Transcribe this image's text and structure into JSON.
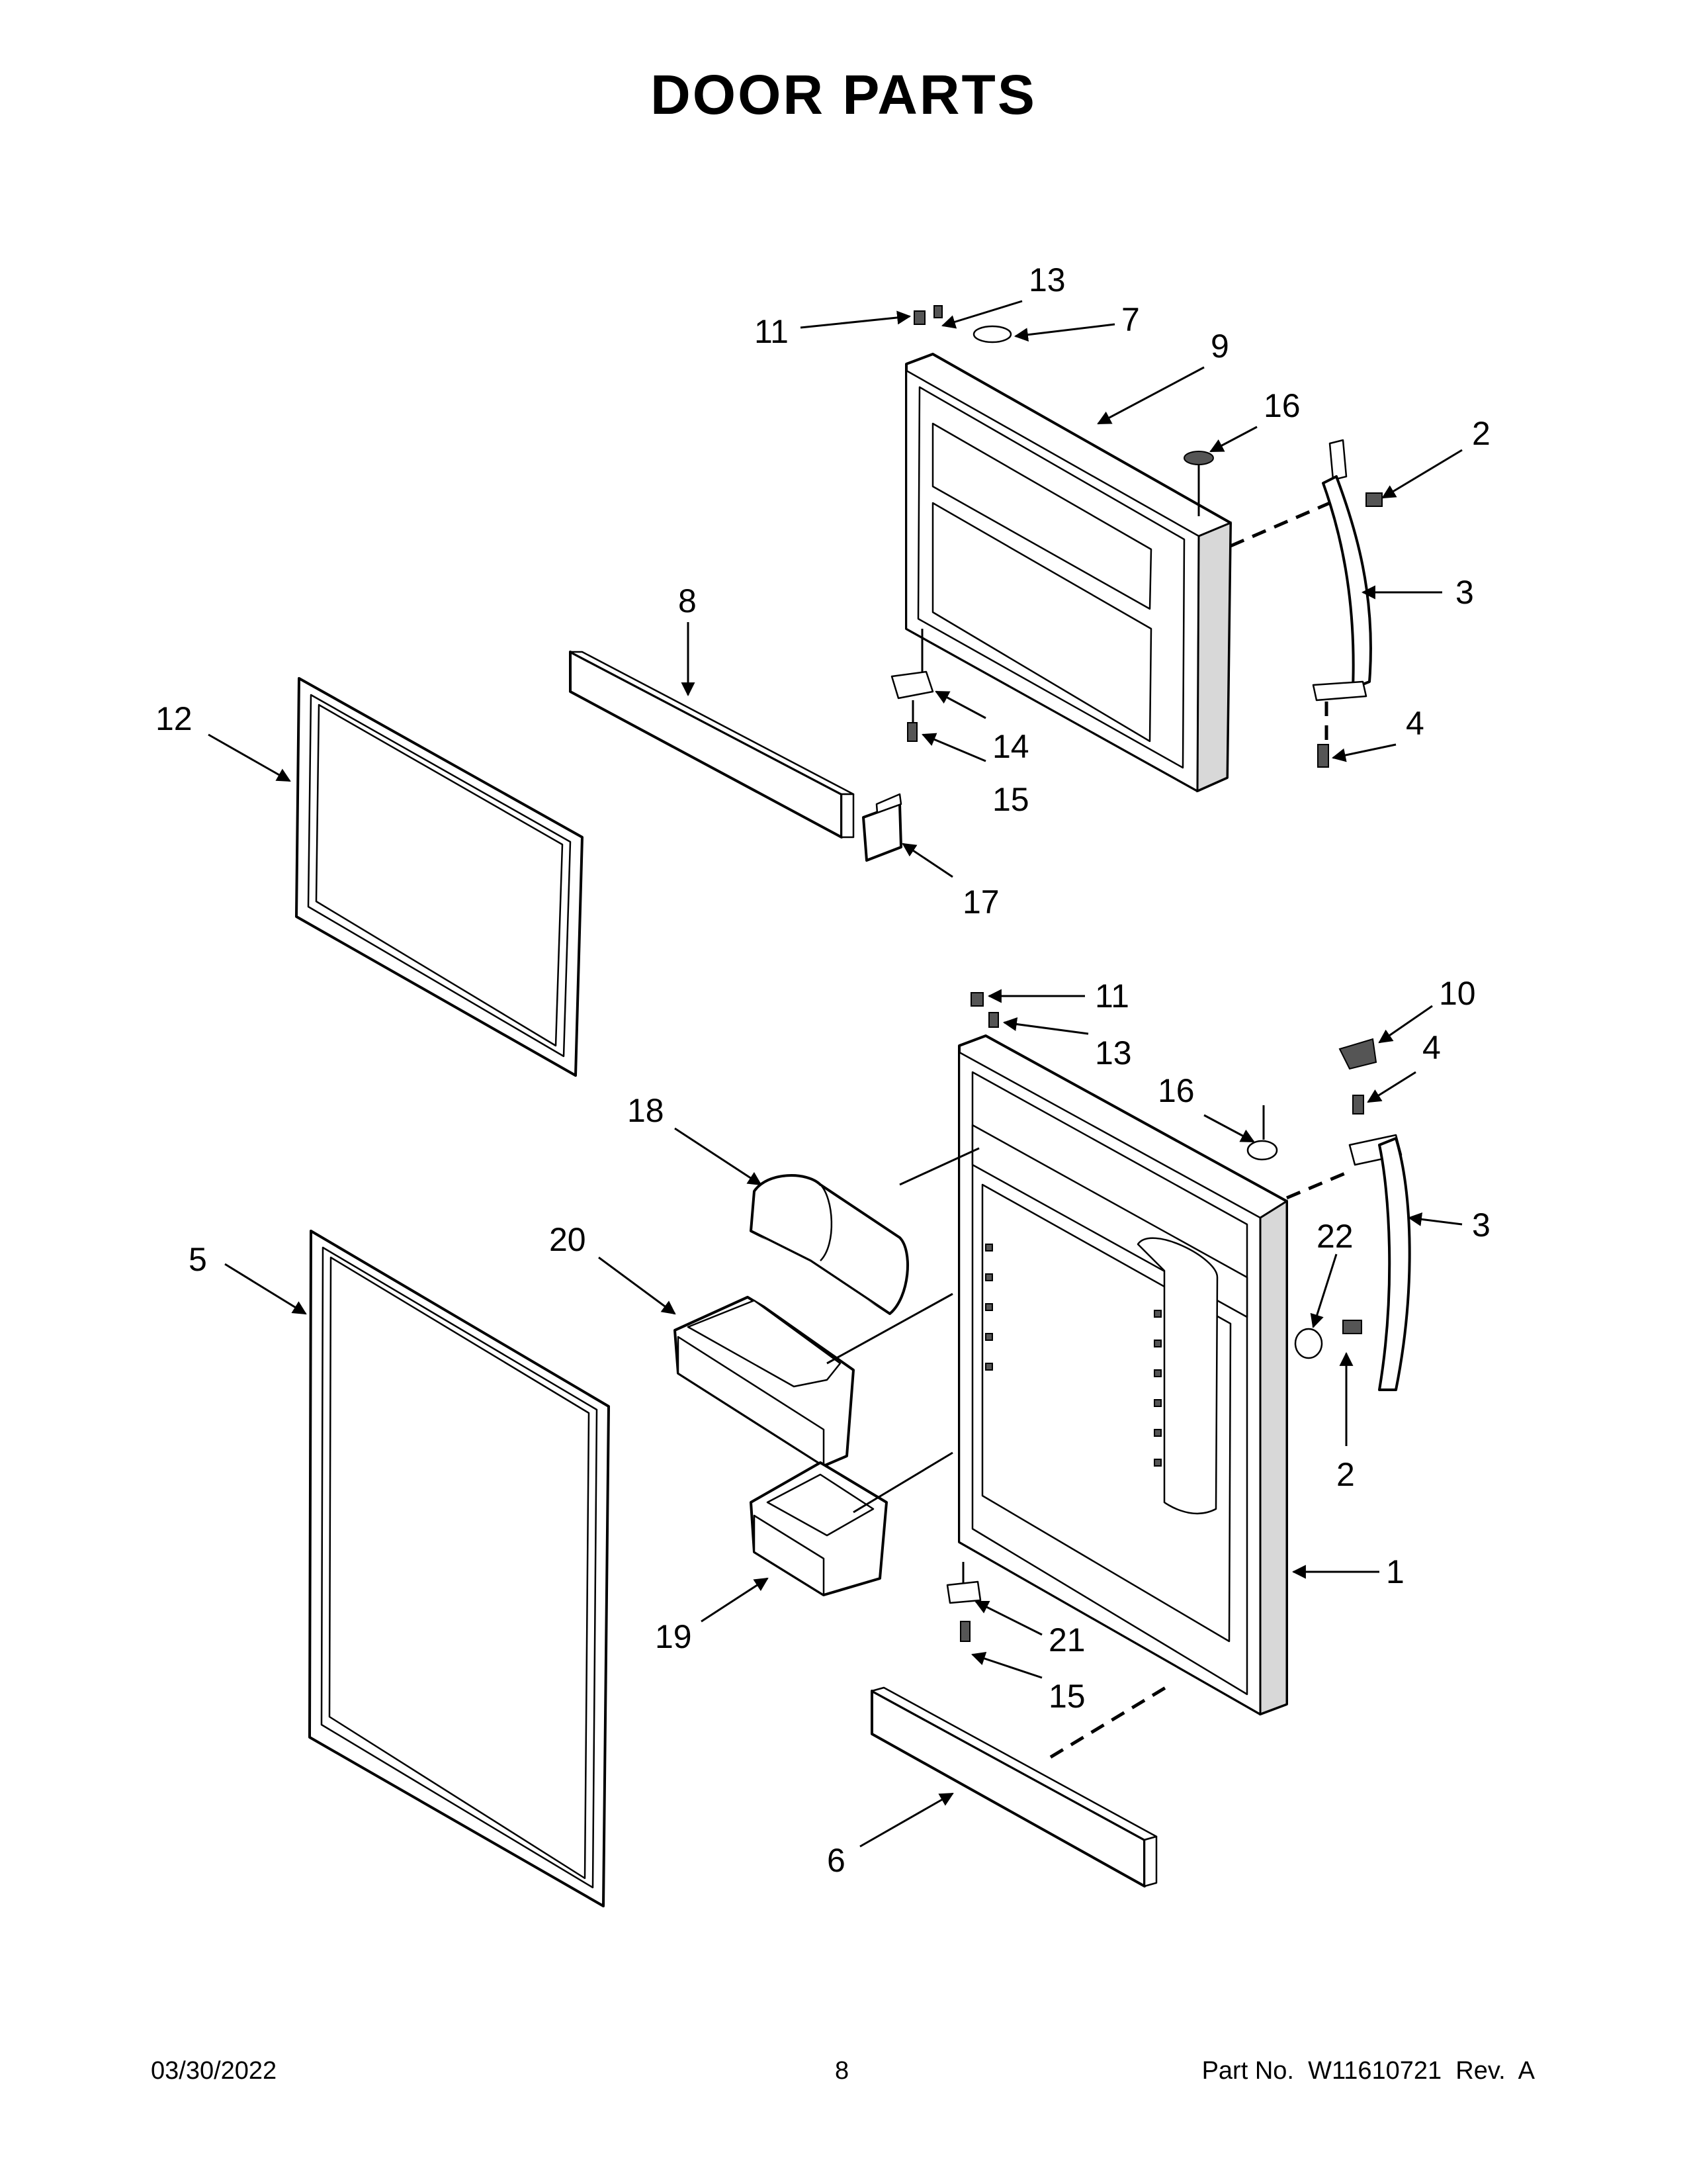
{
  "title": "DOOR PARTS",
  "callouts": {
    "c1": "1",
    "c2a": "2",
    "c2b": "2",
    "c3a": "3",
    "c3b": "3",
    "c4a": "4",
    "c4b": "4",
    "c5": "5",
    "c6": "6",
    "c7": "7",
    "c8": "8",
    "c9": "9",
    "c10": "10",
    "c11a": "11",
    "c11b": "11",
    "c12": "12",
    "c13a": "13",
    "c13b": "13",
    "c14": "14",
    "c15a": "15",
    "c15b": "15",
    "c16a": "16",
    "c16b": "16",
    "c17": "17",
    "c18": "18",
    "c19": "19",
    "c20": "20",
    "c21": "21",
    "c22": "22"
  },
  "footer": {
    "date": "03/30/2022",
    "page": "8",
    "part": "Part No.  W11610721  Rev.  A"
  }
}
